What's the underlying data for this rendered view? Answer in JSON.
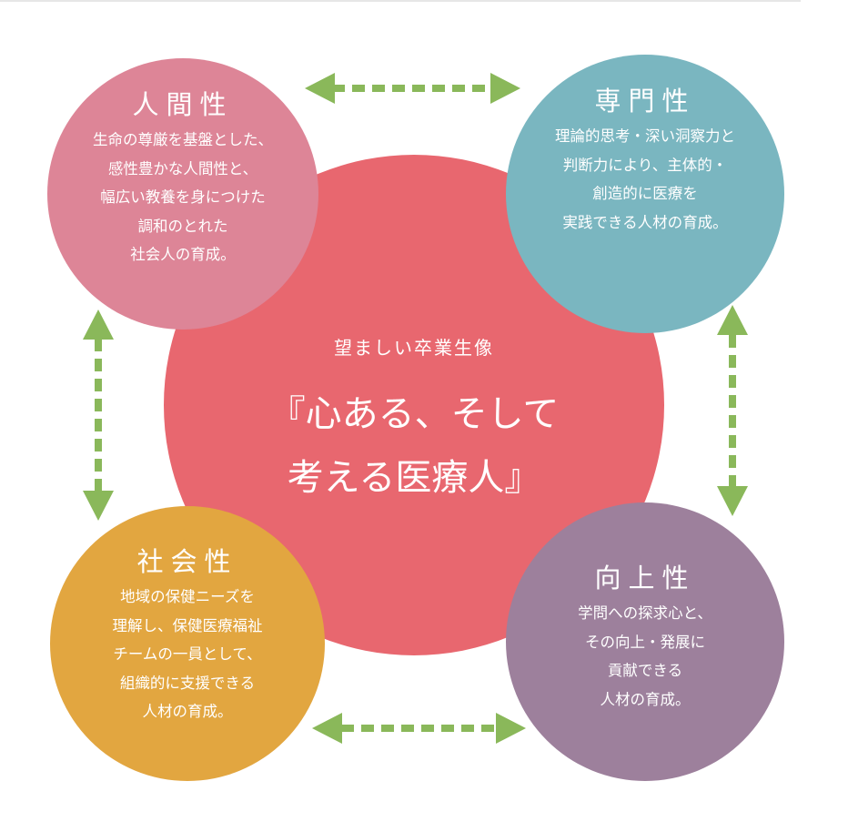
{
  "center": {
    "subtitle": "望ましい卒業生像",
    "line1": "『心ある、そして",
    "line2": "考える医療人』"
  },
  "circles": [
    {
      "title": "人間性",
      "lines": [
        "生命の尊厳を基盤とした、",
        "感性豊かな人間性と、",
        "幅広い教養を身につけた",
        "調和のとれた",
        "社会人の育成。"
      ],
      "color": "#dd8597"
    },
    {
      "title": "専門性",
      "lines": [
        "理論的思考・深い洞察力と",
        "判断力により、主体的・",
        "創造的に医療を",
        "実践できる人材の育成。"
      ],
      "color": "#7ab6c0"
    },
    {
      "title": "社会性",
      "lines": [
        "地域の保健ニーズを",
        "理解し、保健医療福祉",
        "チームの一員として、",
        "組織的に支援できる",
        "人材の育成。"
      ],
      "color": "#e2a640"
    },
    {
      "title": "向上性",
      "lines": [
        "学問への探求心と、",
        "その向上・発展に",
        "貢献できる",
        "人材の育成。"
      ],
      "color": "#9d809c"
    }
  ],
  "colors": {
    "center": "#e8676f",
    "arrow": "#8ab85a"
  }
}
